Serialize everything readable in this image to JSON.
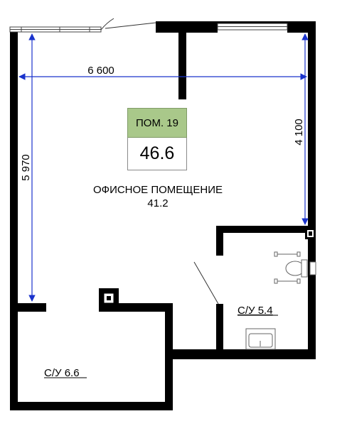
{
  "plan": {
    "dimensions": {
      "width_top": "6 600",
      "height_left": "5 970",
      "height_right": "4 100"
    },
    "room_badge": {
      "number_label": "ПОМ. 19",
      "total_area": "46.6"
    },
    "main_room": {
      "name": "ОФИСНОЕ ПОМЕЩЕНИЕ",
      "area": "41.2"
    },
    "bathroom_right": {
      "label": "С/У 5.4"
    },
    "bathroom_left": {
      "label": "С/У 6.6"
    },
    "colors": {
      "wall": "#000000",
      "dimension_line": "#1a33cc",
      "badge_fill": "#a9c88a"
    }
  }
}
